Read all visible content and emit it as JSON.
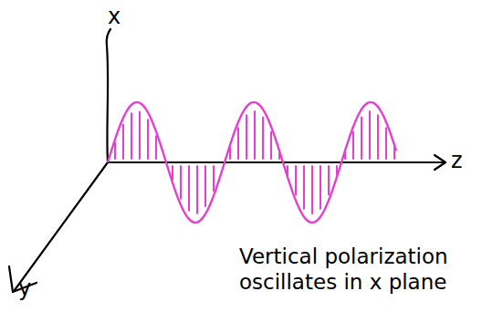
{
  "diagram": {
    "labels": [
      "x",
      "y",
      "z",
      "Vertical polarization oscillates in x plane"
    ]
  }
}
